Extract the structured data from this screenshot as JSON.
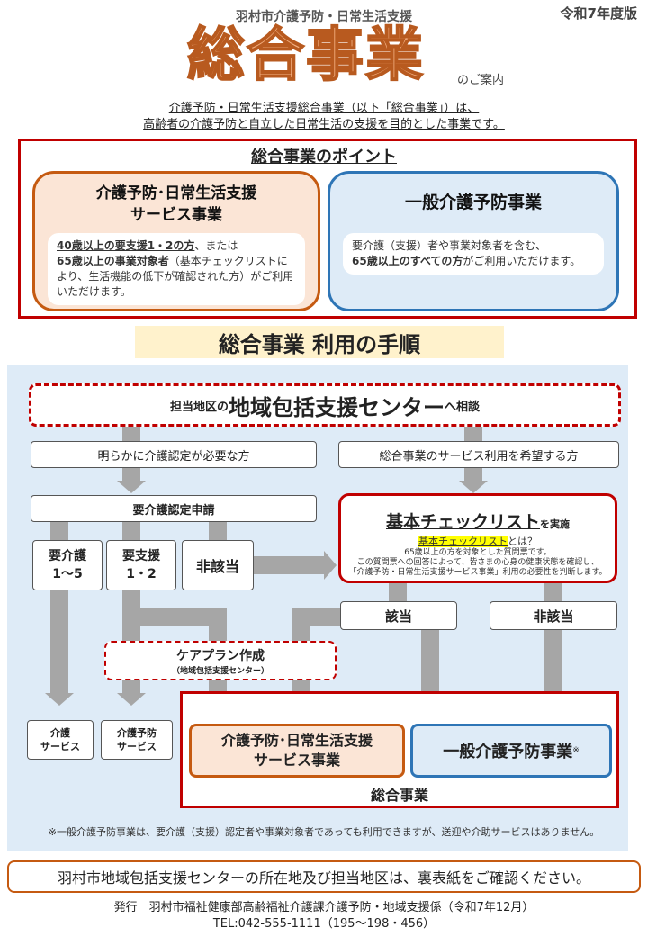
{
  "header": {
    "subtitle": "羽村市介護予防・日常生活支援",
    "year": "令和7年度版",
    "title": "総合事業",
    "title_suffix": "のご案内",
    "intro_line1": "介護予防・日常生活支援総合事業（以下「総合事業」）は、",
    "intro_line2": "高齢者の介護予防と自立した日常生活の支援を目的とした事業です。"
  },
  "points": {
    "title": "総合事業のポイント",
    "card1": {
      "title_line1": "介護予防･日常生活支援",
      "title_line2": "サービス事業",
      "body_u1": "40歳以上の要支援1・2の方",
      "body_t1": "、または",
      "body_u2": "65歳以上の事業対象者",
      "body_t2": "（基本チェックリストにより、生活機能の低下が確認された方）がご利用いただけます。"
    },
    "card2": {
      "title": "一般介護予防事業",
      "body_t1": "要介護（支援）者や事業対象者を含む、",
      "body_u1": "65歳以上のすべての方",
      "body_t2": "がご利用いただけます。"
    }
  },
  "steps": {
    "title": "総合事業 利用の手順",
    "consult_prefix": "担当地区の",
    "consult_main": "地域包括支援センター",
    "consult_suffix": "へ相談",
    "left_branch": "明らかに介護認定が必要な方",
    "right_branch": "総合事業のサービス利用を希望する方",
    "application": "要介護認定申請",
    "care1_line1": "要介護",
    "care1_line2": "1～5",
    "care2_line1": "要支援",
    "care2_line2": "1・2",
    "not_applicable": "非該当",
    "checklist_title": "基本チェックリスト",
    "checklist_suffix": "を実施",
    "checklist_q": "基本チェックリスト",
    "checklist_q_suffix": "とは？",
    "checklist_desc1": "65歳以上の方を対象とした質問票です。",
    "checklist_desc2": "この質問票への回答によって、皆さまの心身の健康状態を確認し、",
    "checklist_desc3": "「介護予防・日常生活支援サービス事業」利用の必要性を判断します。",
    "applicable": "該当",
    "not_applicable2": "非該当",
    "careplan": "ケアプラン作成",
    "careplan_sub": "（地域包括支援センター）",
    "svc_care_line1": "介護",
    "svc_care_line2": "サービス",
    "svc_prev_line1": "介護予防",
    "svc_prev_line2": "サービス",
    "sogo_svc1_line1": "介護予防･日常生活支援",
    "sogo_svc1_line2": "サービス事業",
    "sogo_svc2": "一般介護予防事業",
    "sogo_svc2_mark": "※",
    "sogo_label": "総合事業"
  },
  "note": "※一般介護予防事業は、要介護（支援）認定者や事業対象者であっても利用できますが、送迎や介助サービスはありません。",
  "bottom_notice": "羽村市地域包括支援センターの所在地及び担当地区は、裏表紙をご確認ください。",
  "footer": {
    "line1": "発行　羽村市福祉健康部高齢福祉介護課介護予防・地域支援係（令和7年12月）",
    "line2": "TEL:042-555-1111（195～198・456）"
  }
}
